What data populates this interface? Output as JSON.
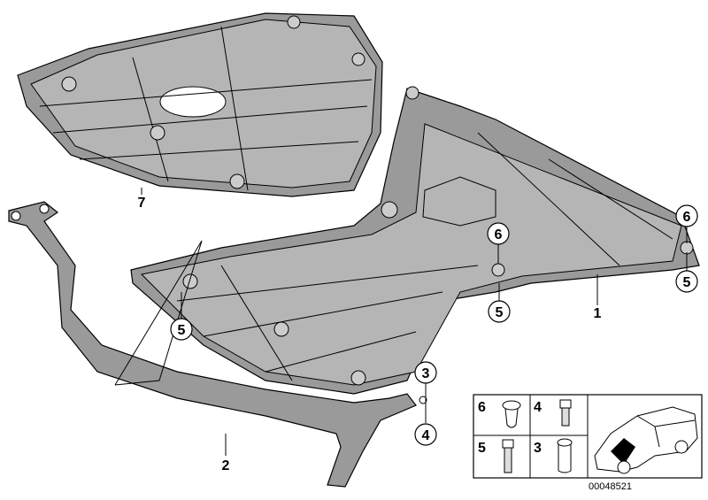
{
  "diagram": {
    "part_labels": {
      "p1": "1",
      "p2": "2",
      "p7": "7",
      "c5a": "5",
      "c5b": "5",
      "c5c": "5",
      "c6a": "6",
      "c6b": "6",
      "c3": "3",
      "c4": "4"
    },
    "legend": {
      "cells": [
        "6",
        "4",
        "5",
        "3"
      ]
    },
    "part_number": "00048521"
  }
}
